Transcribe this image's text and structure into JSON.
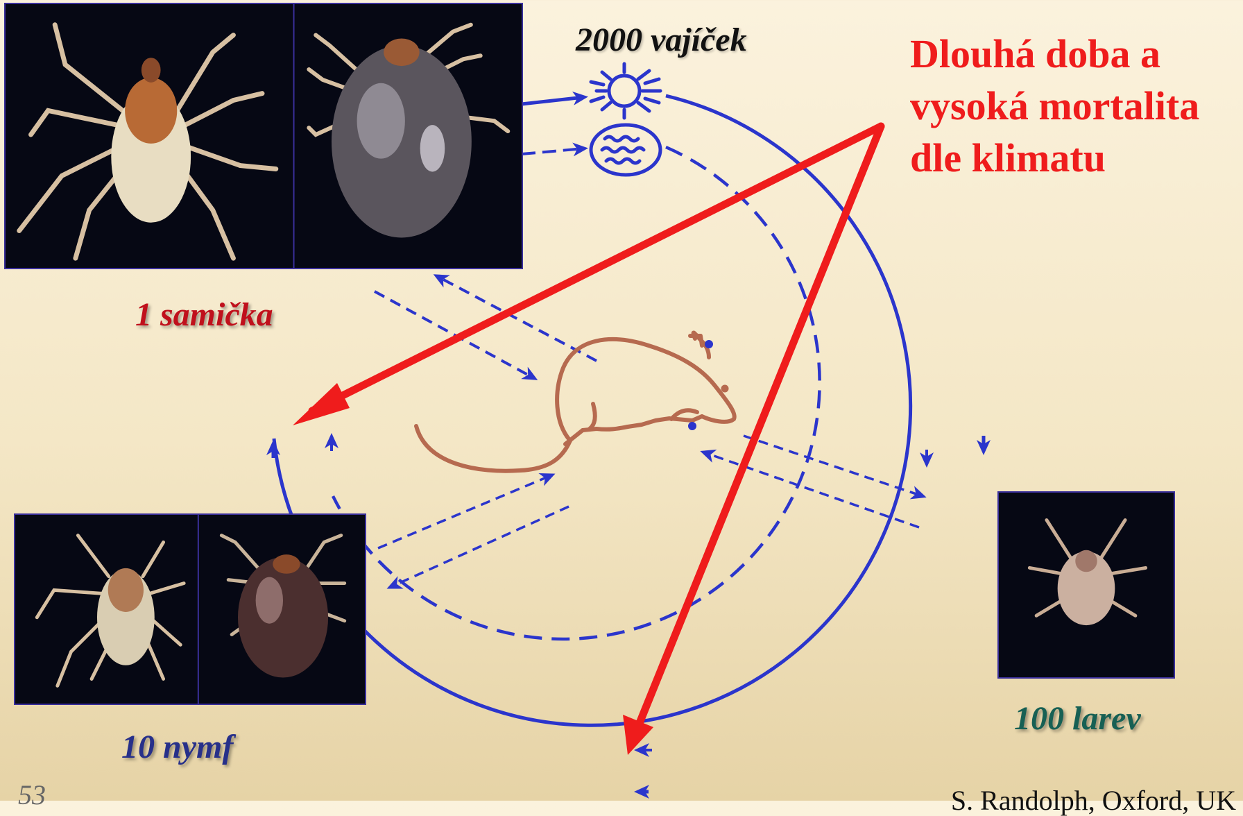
{
  "labels": {
    "eggs": "2000 vajíček",
    "female": "1 samička",
    "nymphs": "10 nymf",
    "larvae": "100 larev",
    "slide_number": "53",
    "credit": "S. Randolph, Oxford, UK"
  },
  "callout": {
    "lines": [
      "Dlouhá doba a",
      "vysoká mortalita",
      "dle klimatu"
    ]
  },
  "colors": {
    "cycle": "#2b35cc",
    "mouse": "#b66a4f",
    "arrow": "#ef1c1c",
    "female_label": "#c0101c",
    "nymph_label": "#27308a",
    "larvae_label": "#176054"
  },
  "icons": [
    "hatching-egg-icon",
    "egg-mass-icon",
    "mouse-host-icon"
  ]
}
